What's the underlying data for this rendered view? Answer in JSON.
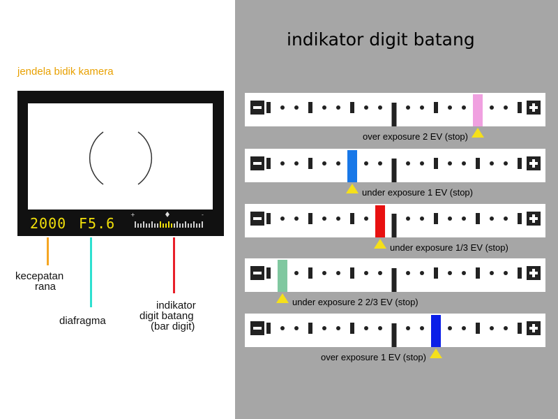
{
  "viewfinder": {
    "caption": "jendela bidik kamera",
    "shutter": "2000",
    "aperture": "F5.6",
    "meter_plus": "+",
    "meter_minus": "-",
    "caption_color": "#e8a000",
    "readout_color": "#f2e00a"
  },
  "callouts": [
    {
      "lines": [
        "kecepatan",
        "rana"
      ],
      "color": "#f5a623"
    },
    {
      "lines": [
        "diafragma"
      ],
      "color": "#2ee0d0"
    },
    {
      "lines": [
        "indikator",
        "digit batang",
        "(bar digit)"
      ],
      "color": "#e8202a"
    }
  ],
  "right": {
    "title": "indikator digit batang",
    "minus_icon": "minus-icon",
    "plus_icon": "plus-icon",
    "rows": [
      {
        "label": "over exposure 2 EV (stop)",
        "ev": 2,
        "color": "#f0a0e0"
      },
      {
        "label": "under exposure 1 EV (stop)",
        "ev": -1,
        "color": "#1878e8"
      },
      {
        "label": "under exposure 1/3 EV (stop)",
        "ev": -0.333,
        "color": "#e81010"
      },
      {
        "label": "under exposure 2 2/3 EV (stop)",
        "ev": -2.667,
        "color": "#80c8a0"
      },
      {
        "label": "over exposure 1 EV (stop)",
        "ev": 1,
        "color": "#0a1ee8"
      }
    ],
    "pointer_color": "#f5e01a"
  }
}
